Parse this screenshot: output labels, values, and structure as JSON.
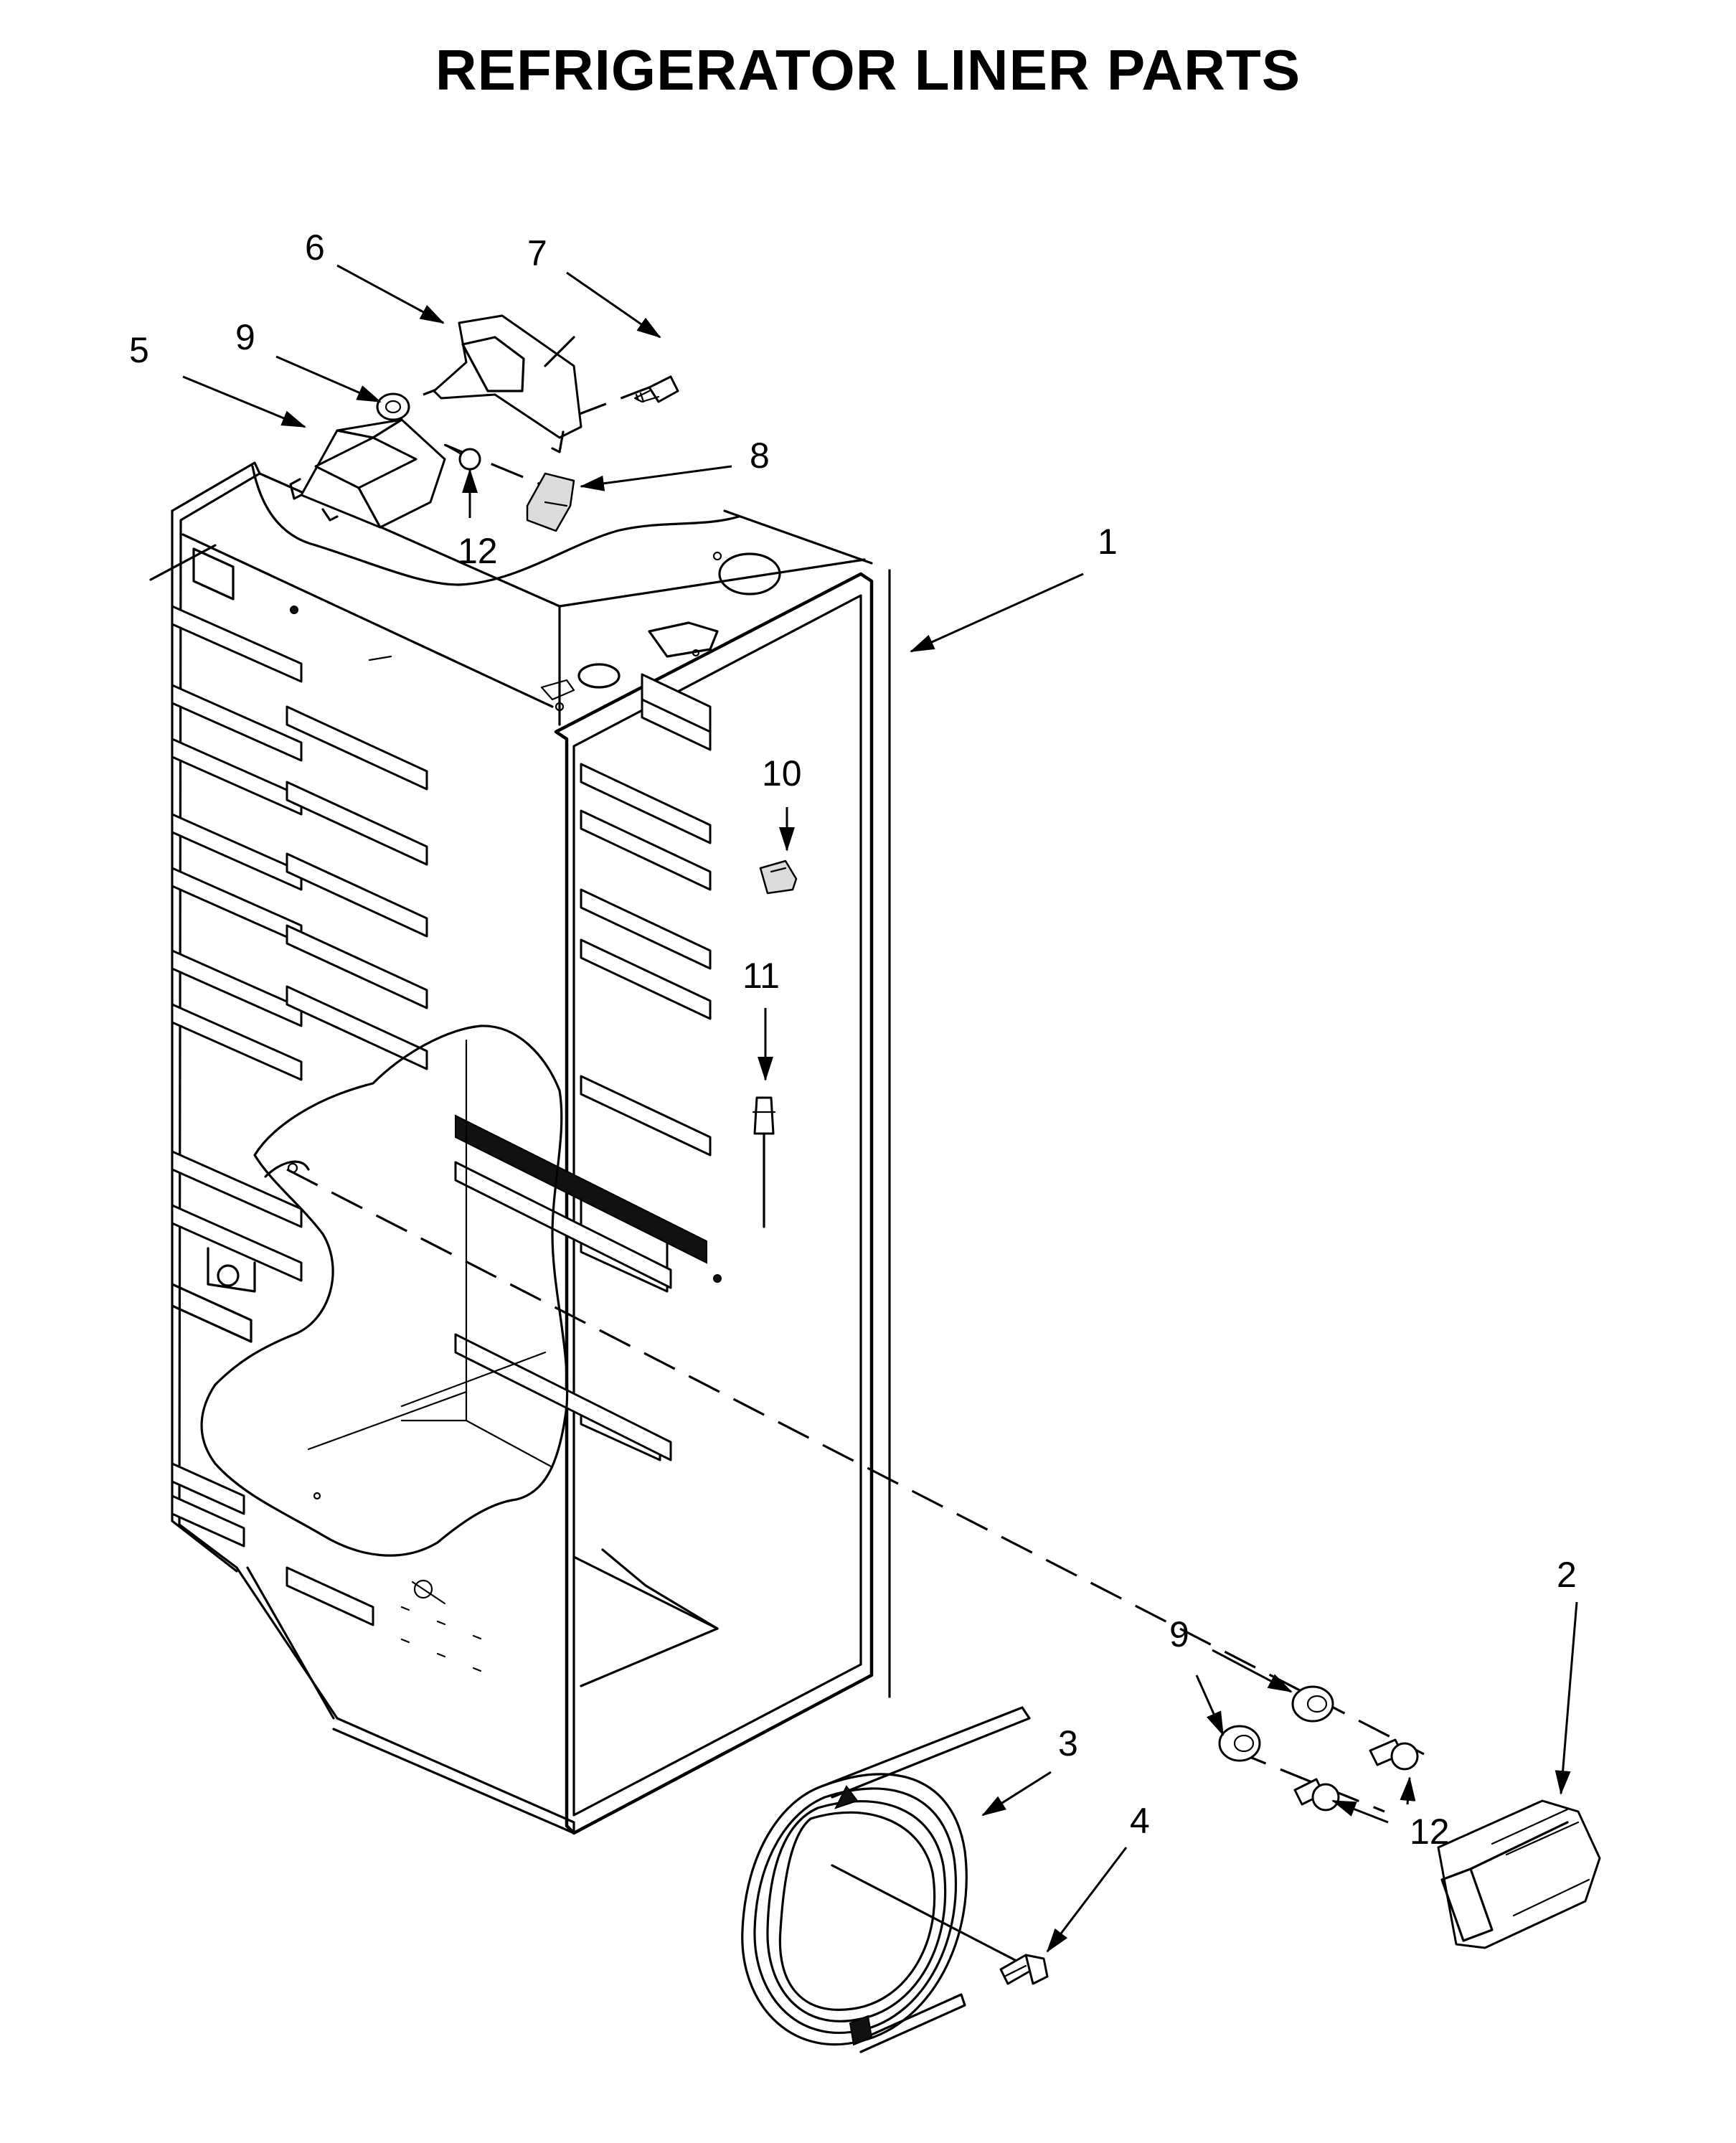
{
  "title": "REFRIGERATOR LINER PARTS",
  "callouts": [
    {
      "label": "1"
    },
    {
      "label": "2"
    },
    {
      "label": "3"
    },
    {
      "label": "4"
    },
    {
      "label": "5"
    },
    {
      "label": "6"
    },
    {
      "label": "7"
    },
    {
      "label": "8"
    },
    {
      "label": "9"
    },
    {
      "label": "9"
    },
    {
      "label": "10"
    },
    {
      "label": "11"
    },
    {
      "label": "12"
    },
    {
      "label": "12"
    }
  ]
}
